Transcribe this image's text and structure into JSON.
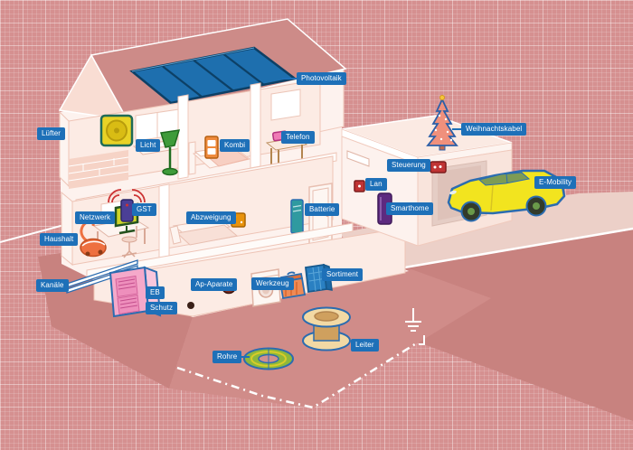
{
  "palette": {
    "background": "#d59090",
    "label_bg": "#1e70b8",
    "label_text": "#ffffff",
    "outline_blue": "#2b6cb0",
    "terrain": "#c8827f",
    "terrain_ledge": "#d08c89",
    "house_wall": "#fdf2ee",
    "interior_wall": "#fcebe4",
    "roof": "#cd8b88",
    "solar_panel": "#1e6fae",
    "car_yellow": "#f2e41f",
    "cabinet_pink": "#f5a9ca"
  },
  "labels": [
    {
      "id": "photovoltaik",
      "text": "Photovoltaik",
      "icon": "solar-panel-icon"
    },
    {
      "id": "luefter",
      "text": "Lüfter",
      "icon": "fan-icon"
    },
    {
      "id": "licht",
      "text": "Licht",
      "icon": "floor-lamp-icon"
    },
    {
      "id": "kombi",
      "text": "Kombi",
      "icon": "socket-combo-icon"
    },
    {
      "id": "telefon",
      "text": "Telefon",
      "icon": "telephone-icon"
    },
    {
      "id": "weihnachtskabel",
      "text": "Weihnachtskabel",
      "icon": "christmas-tree-icon"
    },
    {
      "id": "steuerung",
      "text": "Steuerung",
      "icon": "control-unit-icon"
    },
    {
      "id": "lan",
      "text": "Lan",
      "icon": "lan-device-icon"
    },
    {
      "id": "smarthome",
      "text": "Smarthome",
      "icon": "charging-pillar-icon"
    },
    {
      "id": "e-mobility",
      "text": "E-Mobility",
      "icon": "electric-car-icon"
    },
    {
      "id": "netzwerk",
      "text": "Netzwerk",
      "icon": "computer-monitor-icon"
    },
    {
      "id": "gst",
      "text": "GST",
      "icon": "wireless-router-icon"
    },
    {
      "id": "abzweigung",
      "text": "Abzweigung",
      "icon": "junction-box-icon"
    },
    {
      "id": "batterie",
      "text": "Batterie",
      "icon": "battery-unit-icon"
    },
    {
      "id": "haushalt",
      "text": "Haushalt",
      "icon": "vacuum-cleaner-icon"
    },
    {
      "id": "kanaele",
      "text": "Kanäle",
      "icon": "cable-channel-icon"
    },
    {
      "id": "eb",
      "text": "EB",
      "icon": "distribution-board-icon"
    },
    {
      "id": "schutz",
      "text": "Schutz",
      "icon": "distribution-board-icon"
    },
    {
      "id": "ap-aparate",
      "text": "Ap-Aparate",
      "icon": "surface-apparatus-icon"
    },
    {
      "id": "werkzeug",
      "text": "Werkzeug",
      "icon": "toolbox-icon"
    },
    {
      "id": "sortiment",
      "text": "Sortiment",
      "icon": "storage-box-icon"
    },
    {
      "id": "rohre",
      "text": "Rohre",
      "icon": "pipe-coil-icon"
    },
    {
      "id": "leiter",
      "text": "Leiter",
      "icon": "cable-spool-icon"
    }
  ],
  "unlabeled_elements": [
    "washing machine",
    "office desk",
    "office chair",
    "sofa",
    "bed",
    "bathroom sink",
    "brick wall",
    "ground symbol",
    "dashed property line",
    "garage"
  ]
}
